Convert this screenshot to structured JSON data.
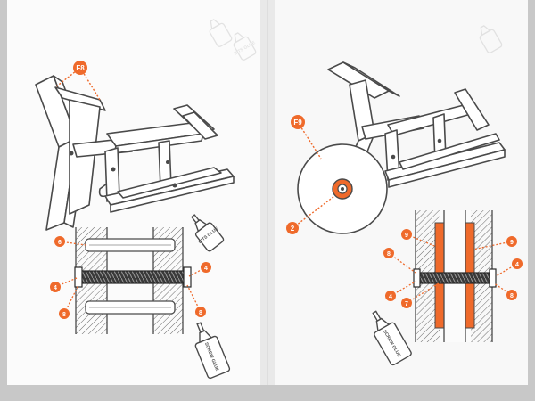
{
  "colors": {
    "accent": "#ef6a2b",
    "ink": "#4a4a4a",
    "paper": "#fafafa",
    "background": "#c9c9c9"
  },
  "callouts": {
    "f8": "F8",
    "f9": "F9",
    "n2": "2",
    "n4": "4",
    "n6": "6",
    "n7": "7",
    "n8": "8",
    "n9": "9"
  },
  "bottles": {
    "left_small": "BITS GLUE",
    "left_large": "SCREW GLUE",
    "right_large": "SCREW GLUE",
    "corner_faint": "BITS GLUE"
  }
}
